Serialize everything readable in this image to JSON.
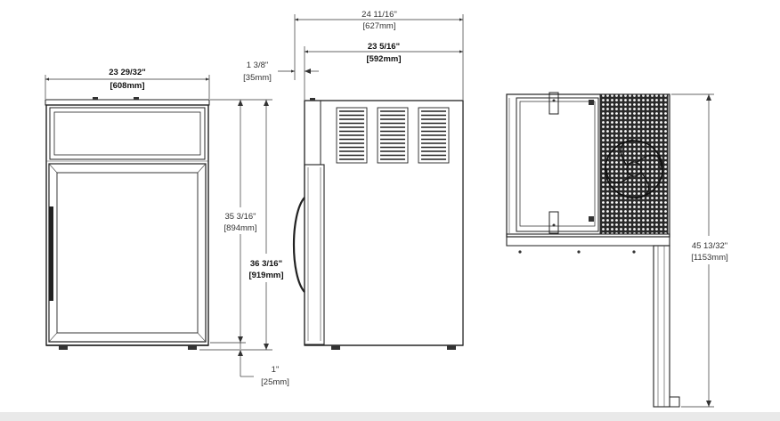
{
  "dimensions": {
    "front_width": {
      "imperial": "23 29/32\"",
      "metric": "[608mm]"
    },
    "total_depth": {
      "imperial": "24 11/16\"",
      "metric": "[627mm]"
    },
    "cabinet_depth": {
      "imperial": "23 5/16\"",
      "metric": "[592mm]"
    },
    "door_offset": {
      "imperial": "1 3/8\"",
      "metric": "[35mm]"
    },
    "cabinet_height": {
      "imperial": "35 3/16\"",
      "metric": "[894mm]"
    },
    "overall_height": {
      "imperial": "36 3/16\"",
      "metric": "[919mm]"
    },
    "leg_height": {
      "imperial": "1\"",
      "metric": "[25mm]"
    },
    "door_open_depth": {
      "imperial": "45 13/32\"",
      "metric": "[1153mm]"
    }
  }
}
